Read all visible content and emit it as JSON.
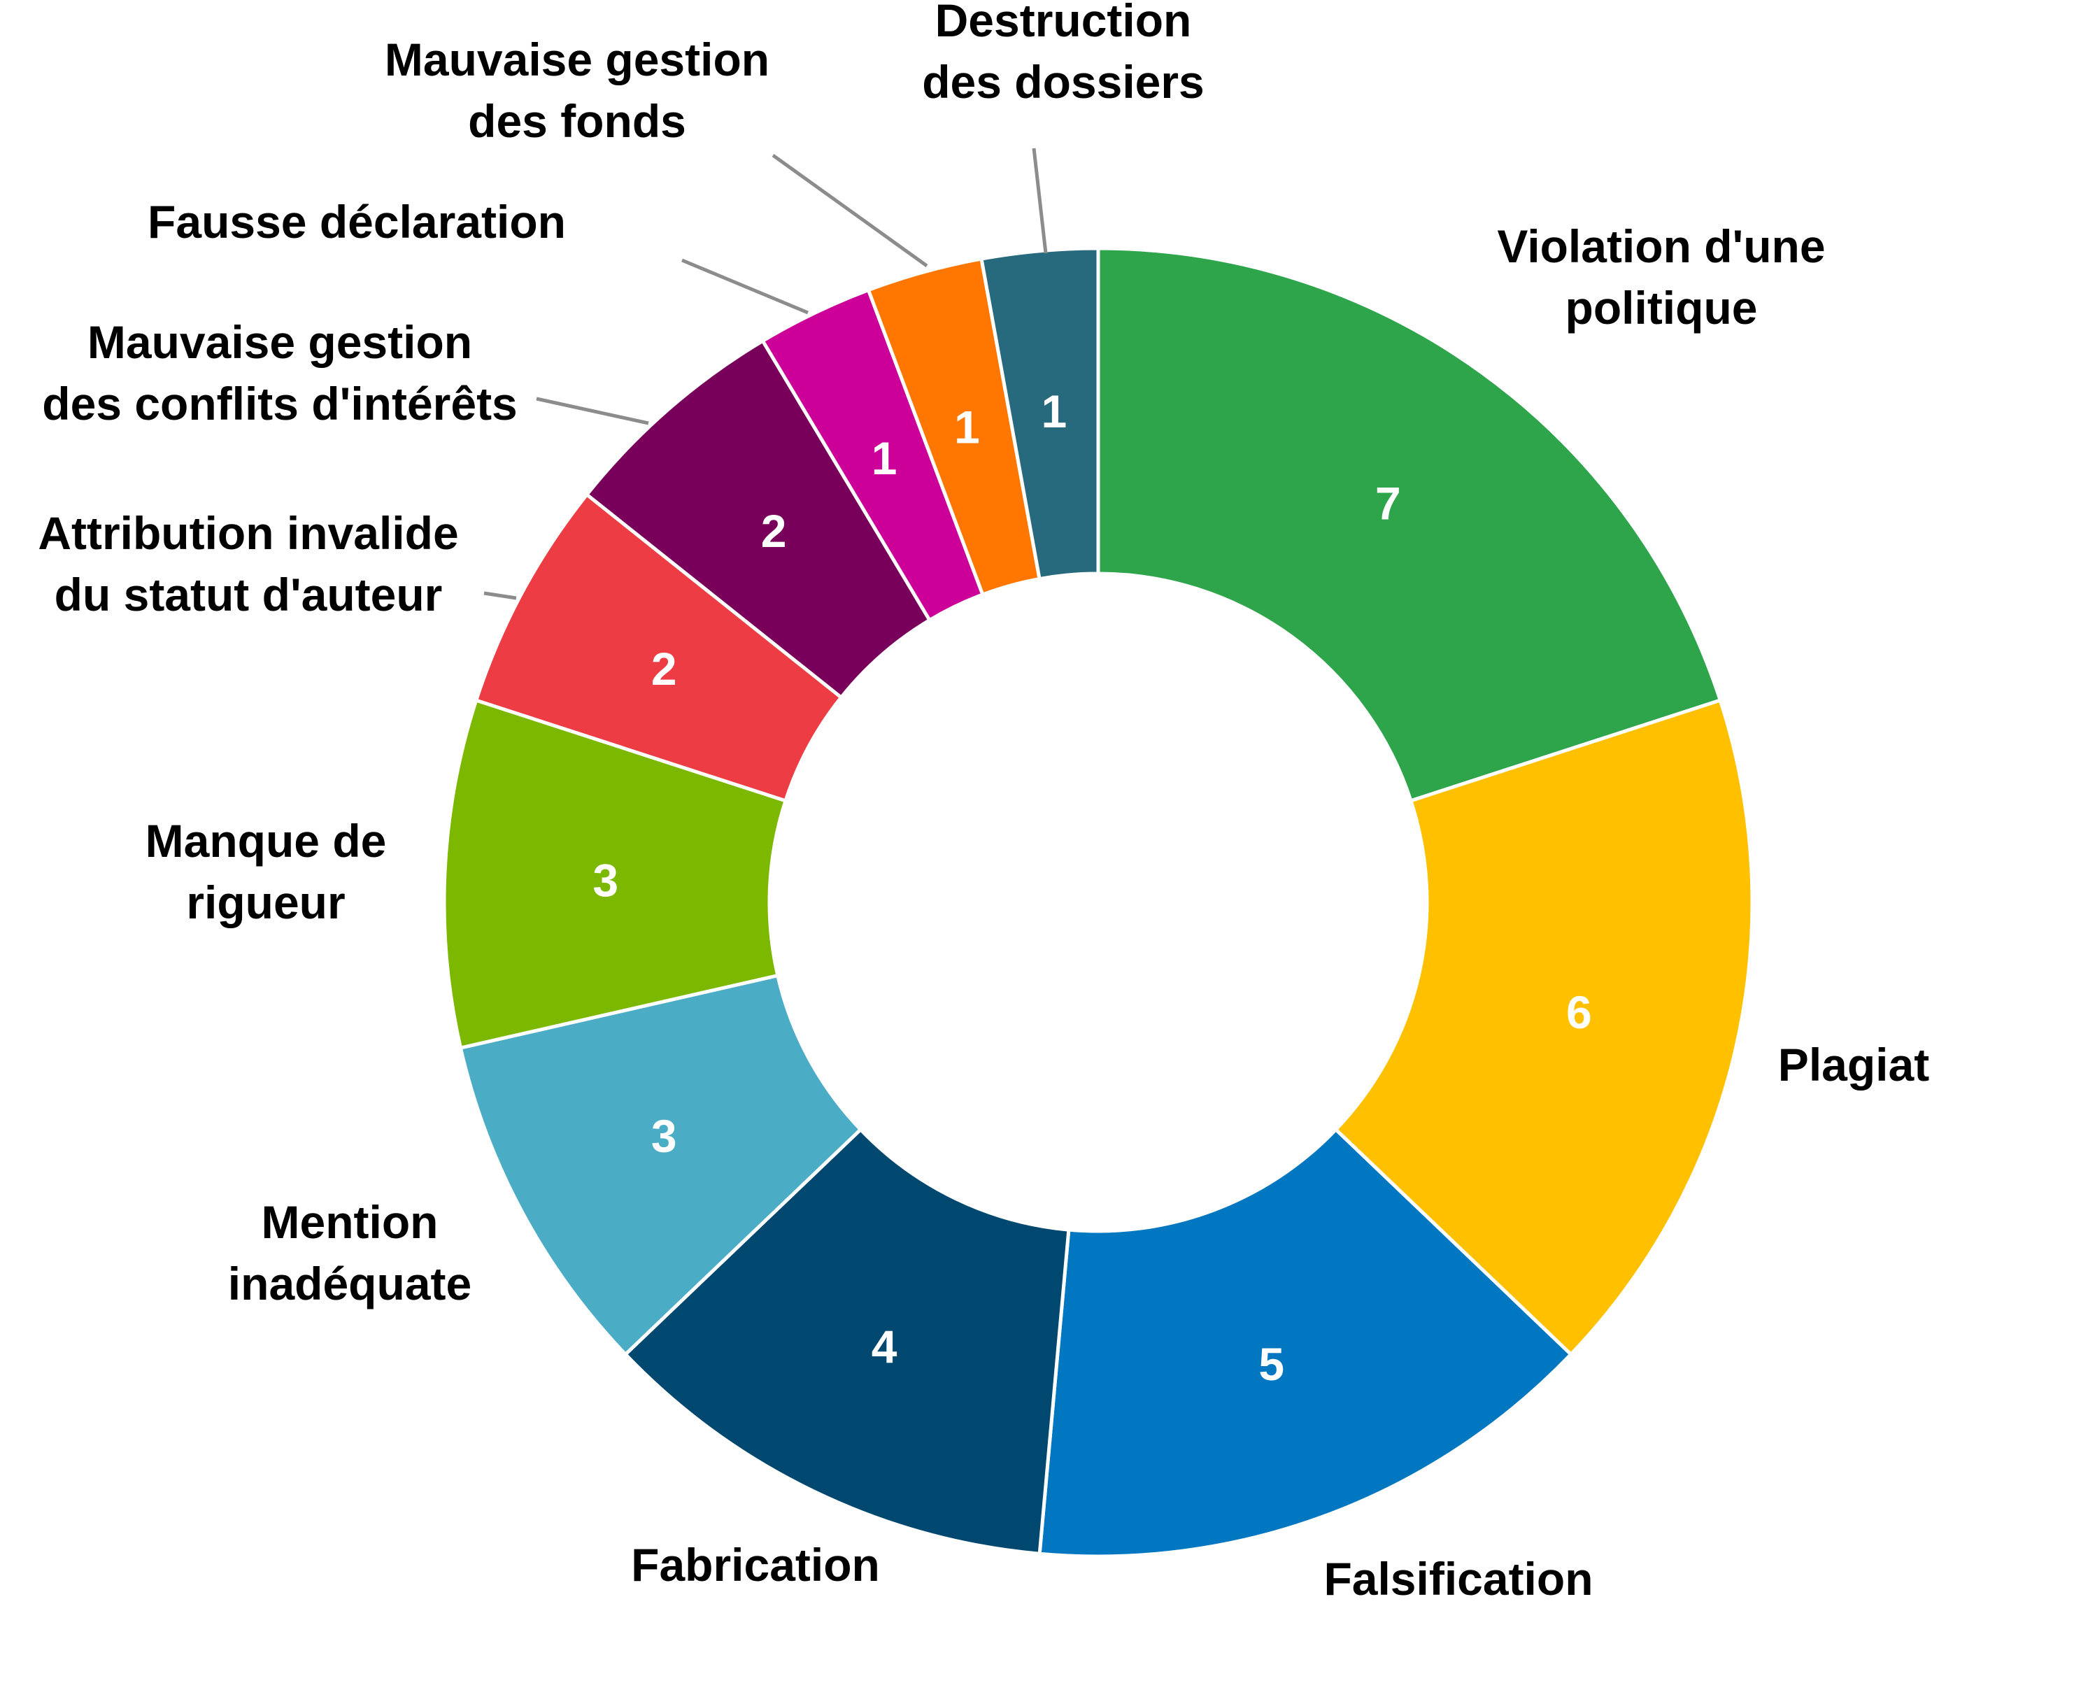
{
  "chart_data": {
    "type": "pie",
    "variant": "donut",
    "title": "",
    "legend": "none",
    "slices": [
      {
        "label": "Violation d'une politique",
        "label_lines": [
          "Violation d'une",
          "politique"
        ],
        "value": 7,
        "color": "#2EA44B"
      },
      {
        "label": "Plagiat",
        "label_lines": [
          "Plagiat"
        ],
        "value": 6,
        "color": "#FFC000"
      },
      {
        "label": "Falsification",
        "label_lines": [
          "Falsification"
        ],
        "value": 5,
        "color": "#0077C0"
      },
      {
        "label": "Fabrication",
        "label_lines": [
          "Fabrication"
        ],
        "value": 4,
        "color": "#004870"
      },
      {
        "label": "Mention inadéquate",
        "label_lines": [
          "Mention",
          "inadéquate"
        ],
        "value": 3,
        "color": "#4BACC6"
      },
      {
        "label": "Manque de rigueur",
        "label_lines": [
          "Manque de",
          "rigueur"
        ],
        "value": 3,
        "color": "#7DB800"
      },
      {
        "label": "Attribution invalide du statut d'auteur",
        "label_lines": [
          "Attribution invalide",
          "du statut d'auteur"
        ],
        "value": 2,
        "color": "#EE3C44"
      },
      {
        "label": "Mauvaise gestion des conflits d'intérêts",
        "label_lines": [
          "Mauvaise gestion",
          "des conflits d'intérêts"
        ],
        "value": 2,
        "color": "#79005A"
      },
      {
        "label": "Fausse déclaration",
        "label_lines": [
          "Fausse déclaration"
        ],
        "value": 1,
        "color": "#CC0099"
      },
      {
        "label": "Mauvaise gestion des fonds",
        "label_lines": [
          "Mauvaise gestion",
          "des fonds"
        ],
        "value": 1,
        "color": "#FF7700"
      },
      {
        "label": "Destruction des dossiers",
        "label_lines": [
          "Destruction",
          "des dossiers"
        ],
        "value": 1,
        "color": "#276A7E"
      }
    ]
  }
}
